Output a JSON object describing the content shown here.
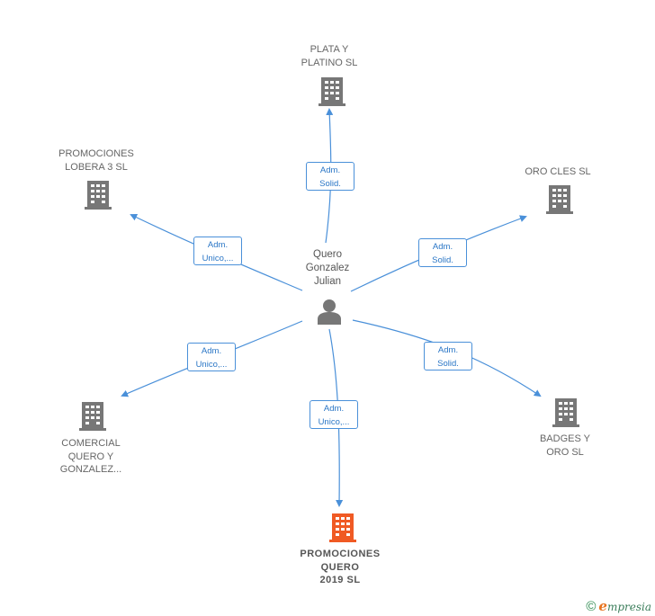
{
  "person": {
    "name": "Quero\nGonzalez\nJulian",
    "icon": "person-icon"
  },
  "companies": [
    {
      "id": "plata",
      "name": "PLATA Y\nPLATINO SL",
      "icon": "building-icon",
      "color": "#777777"
    },
    {
      "id": "oro_cles",
      "name": "ORO CLES SL",
      "icon": "building-icon",
      "color": "#777777"
    },
    {
      "id": "badges",
      "name": "BADGES Y\nORO SL",
      "icon": "building-icon",
      "color": "#777777"
    },
    {
      "id": "promociones_quero",
      "name": "PROMOCIONES\nQUERO\n2019  SL",
      "icon": "building-icon",
      "color": "#f05a24"
    },
    {
      "id": "comercial",
      "name": "COMERCIAL\nQUERO Y\nGONZALEZ...",
      "icon": "building-icon",
      "color": "#777777"
    },
    {
      "id": "lobera",
      "name": "PROMOCIONES\nLOBERA 3 SL",
      "icon": "building-icon",
      "color": "#777777"
    }
  ],
  "edges": [
    {
      "to": "plata",
      "label": "Adm.\nSolid."
    },
    {
      "to": "oro_cles",
      "label": "Adm.\nSolid."
    },
    {
      "to": "badges",
      "label": "Adm.\nSolid."
    },
    {
      "to": "promociones_quero",
      "label": "Adm.\nUnico,..."
    },
    {
      "to": "comercial",
      "label": "Adm.\nUnico,..."
    },
    {
      "to": "lobera",
      "label": "Adm.\nUnico,..."
    }
  ],
  "colors": {
    "edge": "#4a90d9",
    "building": "#777777",
    "highlight": "#f05a24"
  },
  "footer": {
    "copyright": "©",
    "brand_initial": "e",
    "brand_rest": "mpresia"
  }
}
